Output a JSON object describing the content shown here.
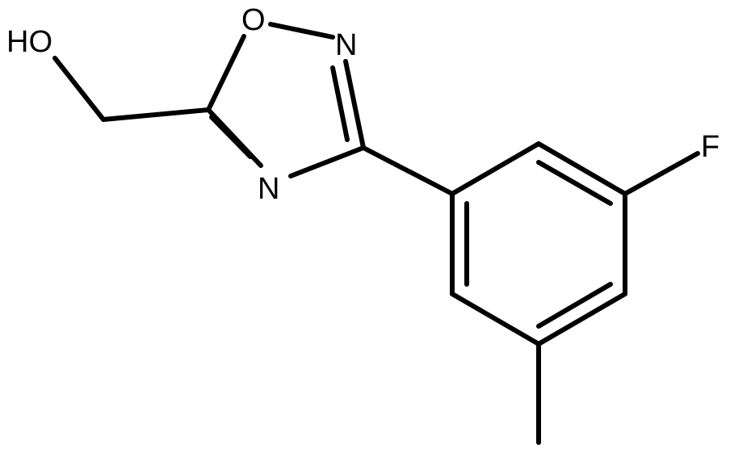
{
  "molecule": {
    "atoms": {
      "hydroxyl": "HO",
      "ring_oxygen": "O",
      "ring_nitrogen_top": "N",
      "ring_nitrogen_bottom": "N",
      "fluorine": "F"
    },
    "colors": {
      "bond": "#000000",
      "label": "#000000",
      "background": "#ffffff"
    }
  }
}
